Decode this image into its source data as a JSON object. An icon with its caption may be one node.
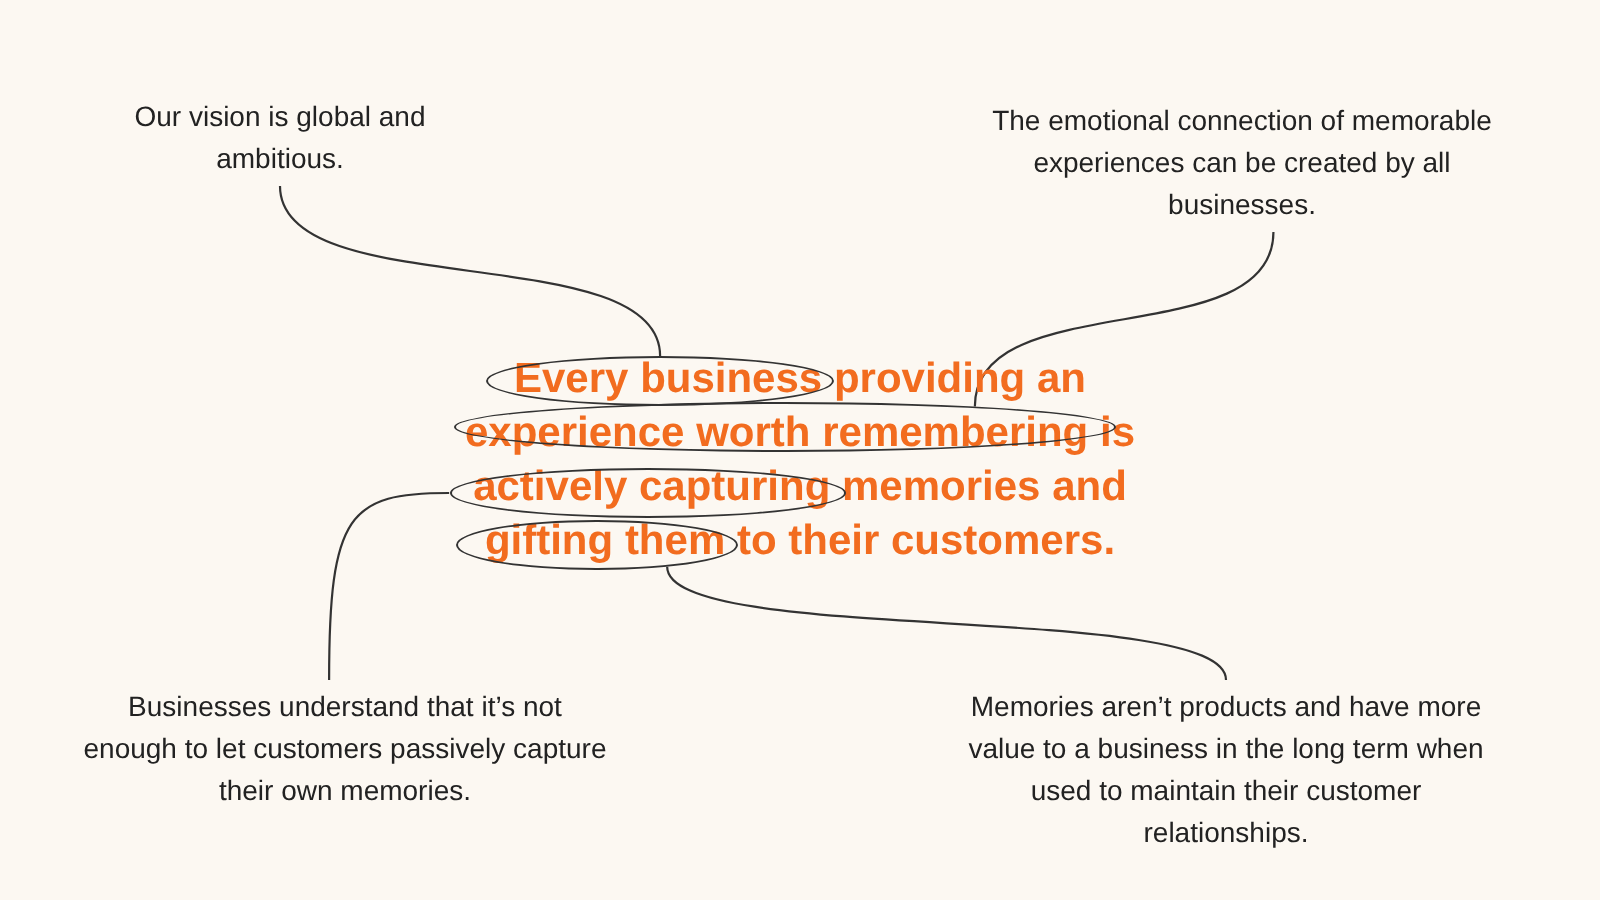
{
  "diagram": {
    "nodes": [
      {
        "text": [
          "Our vision is global and ambitious."
        ]
      },
      {
        "text": [
          "The emotional connection of memorable experiences can be created by all businesses."
        ]
      },
      {
        "text": [
          "Every business providing an experience worth remembering is actively capturing memories and gifting them to their customers."
        ]
      },
      {
        "text": [],
        "shape": "ellipse",
        "in": 2
      },
      {
        "text": [],
        "shape": "ellipse",
        "in": 2
      },
      {
        "text": [],
        "shape": "ellipse",
        "in": 2
      },
      {
        "text": [],
        "shape": "ellipse",
        "in": 2
      },
      {
        "text": [
          "Businesses understand that it’s not enough to let customers passively capture their own memories."
        ]
      },
      {
        "text": [
          "Memories aren’t products and have more value to a business in the long term when used to maintain their customer relationships."
        ]
      }
    ],
    "edges": [
      {
        "from": 0,
        "to": 3,
        "arrow": "none"
      },
      {
        "from": 1,
        "to": 4,
        "arrow": "none"
      },
      {
        "from": 7,
        "to": 5,
        "arrow": "none"
      },
      {
        "from": 8,
        "to": 6,
        "arrow": "none"
      }
    ]
  }
}
